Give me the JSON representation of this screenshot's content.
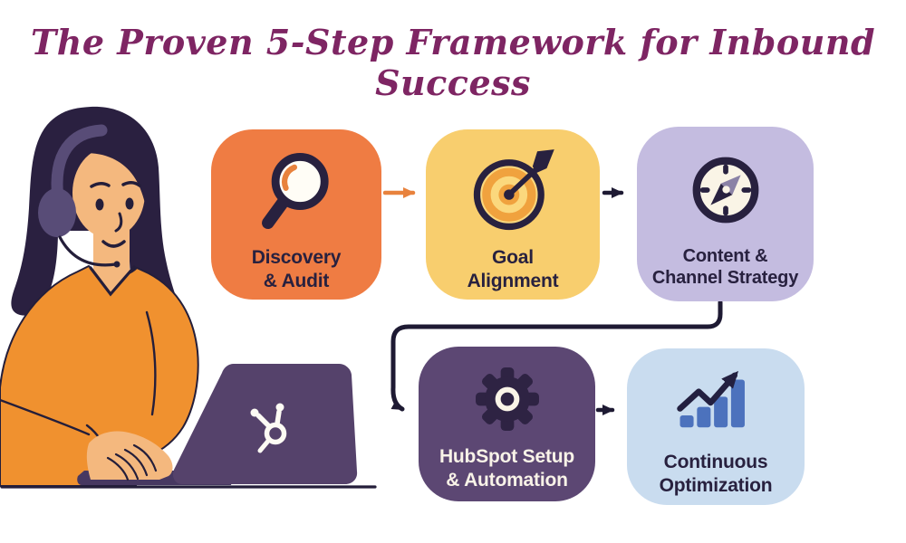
{
  "title": "The Proven 5-Step Framework for Inbound Success",
  "steps": [
    {
      "id": 1,
      "line1": "Discovery",
      "line2": "& Audit",
      "icon": "magnifier-icon",
      "bg": "#EF7C43",
      "text_color": "#28213F"
    },
    {
      "id": 2,
      "line1": "Goal",
      "line2": "Alignment",
      "icon": "target-icon",
      "bg": "#F8CE6E",
      "text_color": "#28213F"
    },
    {
      "id": 3,
      "line1": "Content &",
      "line2": "Channel Strategy",
      "icon": "compass-icon",
      "bg": "#C4BCE0",
      "text_color": "#28213F"
    },
    {
      "id": 4,
      "line1": "HubSpot Setup",
      "line2": "& Automation",
      "icon": "gear-icon",
      "bg": "#5C4773",
      "text_color": "#F9F3E8"
    },
    {
      "id": 5,
      "line1": "Continuous",
      "line2": "Optimization",
      "icon": "growth-chart-icon",
      "bg": "#C9DCEF",
      "text_color": "#28213F"
    }
  ],
  "flow": {
    "sequence": [
      "Discovery & Audit",
      "Goal Alignment",
      "Content & Channel Strategy",
      "HubSpot Setup & Automation",
      "Continuous Optimization"
    ],
    "arrow_1_2_color": "#E8823D",
    "arrow_dark_color": "#1E1A33"
  },
  "colors": {
    "title": "#7E2563",
    "dark_text": "#28213F",
    "light_text": "#F9F3E8",
    "bar_blue": "#4C72BD",
    "skin": "#F4B87E",
    "hair": "#2A2040",
    "headphones": "#584C77",
    "sweater": "#F0912F",
    "laptop": "#55426B"
  },
  "illustration": {
    "subject": "woman-with-headphones-at-laptop",
    "laptop_logo": "hubspot-sprocket"
  }
}
